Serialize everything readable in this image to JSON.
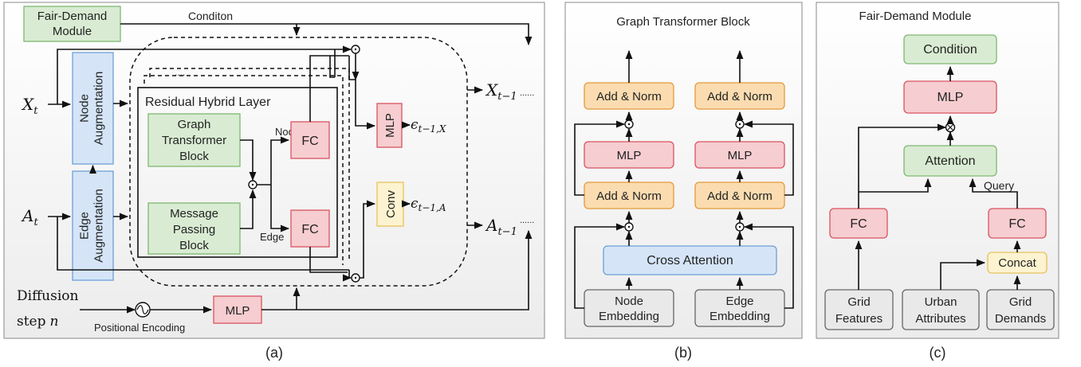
{
  "panel_a": {
    "fair_demand_module": [
      "Fair-Demand",
      "Module"
    ],
    "condition": "Conditon",
    "x_t": "X",
    "x_t_sub": "t",
    "a_t": "A",
    "a_t_sub": "t",
    "node_augmentation": [
      "Node",
      "Augmentation"
    ],
    "edge_augmentation": [
      "Edge",
      "Augmentation"
    ],
    "residual_hybrid_layer": "Residual Hybrid Layer",
    "graph_transformer_block": [
      "Graph",
      "Transformer",
      "Block"
    ],
    "message_passing_block": [
      "Message",
      "Passing",
      "Block"
    ],
    "fc": "FC",
    "node_label": "Node",
    "edge_label": "Edge",
    "mlp": "MLP",
    "conv": "Conv",
    "eps_x": "ϵ",
    "eps_x_sub": "t−1,X",
    "eps_a": "ϵ",
    "eps_a_sub": "t−1,A",
    "x_out": "X",
    "x_out_sub": "t−1",
    "a_out": "A",
    "a_out_sub": "t−1",
    "dots": "......",
    "diffusion": [
      "Diffusion",
      "step"
    ],
    "step_n": "n",
    "positional_encoding": "Positional Encoding",
    "mlp_bottom": "MLP",
    "caption": "(a)"
  },
  "panel_b": {
    "title": "Graph Transformer Block",
    "add_norm": "Add & Norm",
    "mlp": "MLP",
    "cross_attention": "Cross Attention",
    "node_embedding": [
      "Node",
      "Embedding"
    ],
    "edge_embedding": [
      "Edge",
      "Embedding"
    ],
    "caption": "(b)"
  },
  "panel_c": {
    "title": "Fair-Demand Module",
    "condition": "Condition",
    "mlp": "MLP",
    "attention": "Attention",
    "query": "Query",
    "fc": "FC",
    "concat": "Concat",
    "grid_features": [
      "Grid",
      "Features"
    ],
    "urban_attributes": [
      "Urban",
      "Attributes"
    ],
    "grid_demands": [
      "Grid",
      "Demands"
    ],
    "caption": "(c)"
  }
}
